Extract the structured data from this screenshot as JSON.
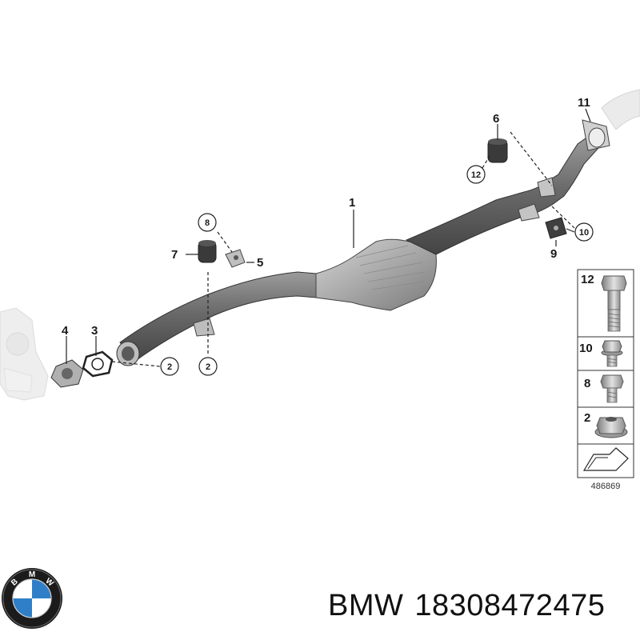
{
  "diagram": {
    "callouts": {
      "c1": "1",
      "c2a": "2",
      "c2b": "2",
      "c3": "3",
      "c4": "4",
      "c5": "5",
      "c6": "6",
      "c7": "7",
      "c8": "8",
      "c9": "9",
      "c10": "10",
      "c11": "11",
      "c12": "12"
    },
    "legend": {
      "items": [
        {
          "number": "12",
          "part": "bolt-long"
        },
        {
          "number": "10",
          "part": "bolt-flange"
        },
        {
          "number": "8",
          "part": "bolt-short"
        },
        {
          "number": "2",
          "part": "nut-flange"
        }
      ],
      "reference": "486869"
    }
  },
  "caption": {
    "brand": "BMW",
    "part_number": "18308472475"
  },
  "logo": {
    "icon": "bmw-roundel-icon",
    "colors": {
      "ring": "#1b1b1b",
      "blue": "#2f7fc8",
      "white": "#ffffff"
    }
  }
}
